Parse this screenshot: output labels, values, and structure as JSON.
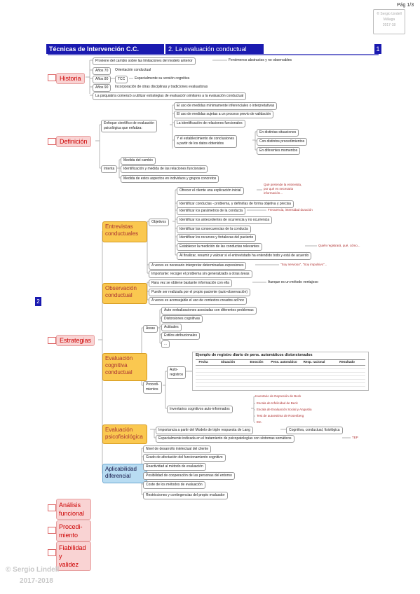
{
  "page_label": "Pág 1/3",
  "stamp": [
    "© Sergio Lindell",
    "Málaga",
    "2017-18"
  ],
  "header": {
    "title": "Técnicas de Intervención C.C.",
    "section": "2. La evaluación conductual",
    "num": "1"
  },
  "side_num": "2",
  "historia": {
    "label": "Historia",
    "items": [
      "Proviene del cambio sobre las limitaciones del modelo anterior",
      "Años 70",
      "Años 80",
      "Años 90",
      "La psiquiatría comenzó a utilizar estrategias de evaluación similares a la evaluación conductual"
    ],
    "item0_sub": "Fenómenos abstractos y no observables",
    "a70": "Orientación conductual",
    "a80_sub": "TCC",
    "a80_sub2": "Especialmente su versión cognitiva",
    "a90": "Incorporación de otras disciplinas y tradiciones evaluadoras"
  },
  "definicion": {
    "label": "Definición",
    "enfoque": "Enfoque científico de evaluación\npsicológica que enfatiza:",
    "enf_items": [
      "El uso de medidas mínimamente inferenciales o interpretativas",
      "El uso de medidas sujetas a un proceso previo de validación",
      "La identificación de relaciones funcionales",
      "Y el establecimiento de conclusiones\na partir de los datos obtenidos"
    ],
    "concl_items": [
      "En distintas situaciones",
      "Con distintos procedimientos",
      "En diferentes momentos"
    ],
    "intenta": "Intenta",
    "int_items": [
      "Medida del cambio",
      "Identificación y medida de las relaciones funcionales",
      "Medida de estos aspectos en individuos y grupos concretos"
    ]
  },
  "estrategias": {
    "label": "Estrategias",
    "entrevistas": "Entrevistas\nconductuales",
    "objetivos": "Objetivos",
    "obj_items": [
      "Ofrecer el cliente una explicación inicial",
      "Identificar conductas - problema, y definirlas de forma objetiva y precisa",
      "Identificar los parámetros de la conducta",
      "Identificar los antecedentes de ocurrencia y no ocurrencia",
      "Identificar las consecuencias de la conducta",
      "Identificar los recursos y fortalezas del paciente",
      "Establecer la medición de las conductas relevantes",
      "Al finalizar, resumir y valorar si el entrevistado ha entendido todo y está de acuerdo"
    ],
    "ann1": "Qué pretende la entrevista,\npor qué es necesaria\ninformación...",
    "ann2": "Frecuencia, intensidad duración",
    "ann3": "Quién registrará, qué, cómo...",
    "ent_more": [
      "A veces es necesario interpretar determinadas expresiones",
      "Importante: recoger el problema sin generalizado a otras áreas"
    ],
    "ann4": "\"Soy nervioso\", \"Soy impulsivo\"...",
    "observacion": "Observación\nconductual",
    "obs_items": [
      "Rara vez se obtiene bastante información con ella",
      "Puede ser realizada por el propio paciente (auto-observación)",
      "A veces es aconsejable el uso de contextos creados ad hoc"
    ],
    "obs_sub": "Aunque es un método ventajoso",
    "cognitiva": "Evaluación\ncognitiva\nconductual",
    "areas": "Áreas",
    "area_items": [
      "Auto verbalizaciones asociadas con diferentes problemas",
      "Distorsiones cognitivas",
      "Actitudes",
      "Estilos atribucionales",
      "..."
    ],
    "procedimientos": "Procedi-\nmientos",
    "autoregistros": "Auto-\nregistros",
    "table_title": "Ejemplo de registro diario de pens. automáticos distorsionados",
    "table_cols": [
      "Fecha",
      "Situación",
      "Emoción",
      "Pens. automático",
      "Resp. racional",
      "Resultado"
    ],
    "inventarios": "Inventarios cognitivos auto-informados",
    "inv_items": [
      "Inventario de Depresión de Beck",
      "Escala de Infelicidad de Beck",
      "Escala de Evaluación Social y Angustia",
      "Test de autoestima de Rosenberg",
      "Etc."
    ],
    "psicofisiologica": "Evaluación\npsicofisiológica",
    "psi_items": [
      "Importancia a partir del Modelo de triple respuesta de Lang",
      "Especialmente indicada en el tratamiento de psicopatologías con síntomas somáticos"
    ],
    "psi_sub": "Cognitiva, conductual, fisiológica",
    "psi_ann": "TEP",
    "aplicabilidad": "Aplicabilidad\ndiferencial",
    "apl_items": [
      "Nivel de desarrollo intelectual del cliente",
      "Grado de afectación del funcionamiento cognitivo",
      "Reactividad al método de evaluación",
      "Posibilidad de cooperación de las personas del entorno",
      "Coste de los métodos de evaluación",
      "Restricciones y contingencias del propio evaluador"
    ]
  },
  "others": [
    "Análisis\nfuncional",
    "Procedi-\nmiento",
    "Fiabilidad\ny\nvalidez"
  ],
  "footer": [
    "© Sergio Lindell",
    "2017-2018"
  ]
}
